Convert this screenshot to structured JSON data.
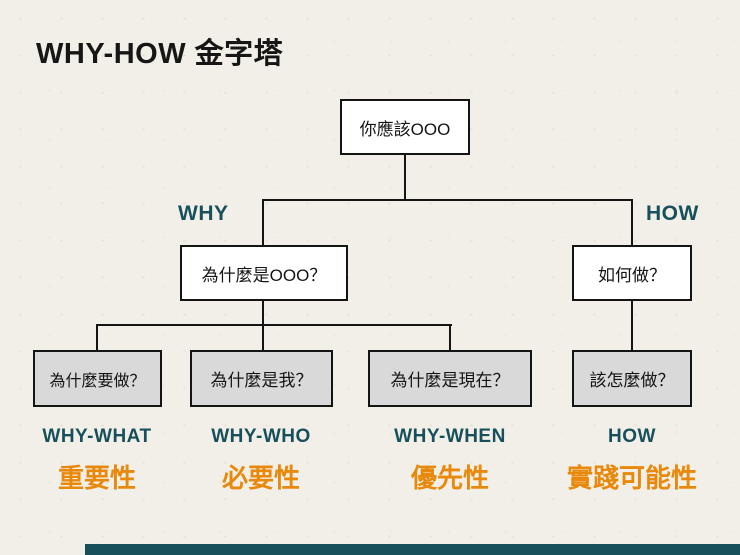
{
  "title": "WHY-HOW 金字塔",
  "colors": {
    "teal": "#17505b",
    "orange": "#e8890c",
    "line": "#141414",
    "box_gray": "#d9d9d9",
    "box_white": "#ffffff",
    "background": "#f2efe8"
  },
  "tree": {
    "root": "你應該OOO",
    "why_label": "WHY",
    "how_label": "HOW",
    "why_question": "為什麼是OOO？",
    "how_question": "如何做？",
    "leaves": [
      "為什麼要做？",
      "為什麼是我？",
      "為什麼是現在？",
      "該怎麼做？"
    ],
    "categories": [
      "WHY-WHAT",
      "WHY-WHO",
      "WHY-WHEN",
      "HOW"
    ],
    "aspects": [
      "重要性",
      "必要性",
      "優先性",
      "實踐可能性"
    ]
  }
}
